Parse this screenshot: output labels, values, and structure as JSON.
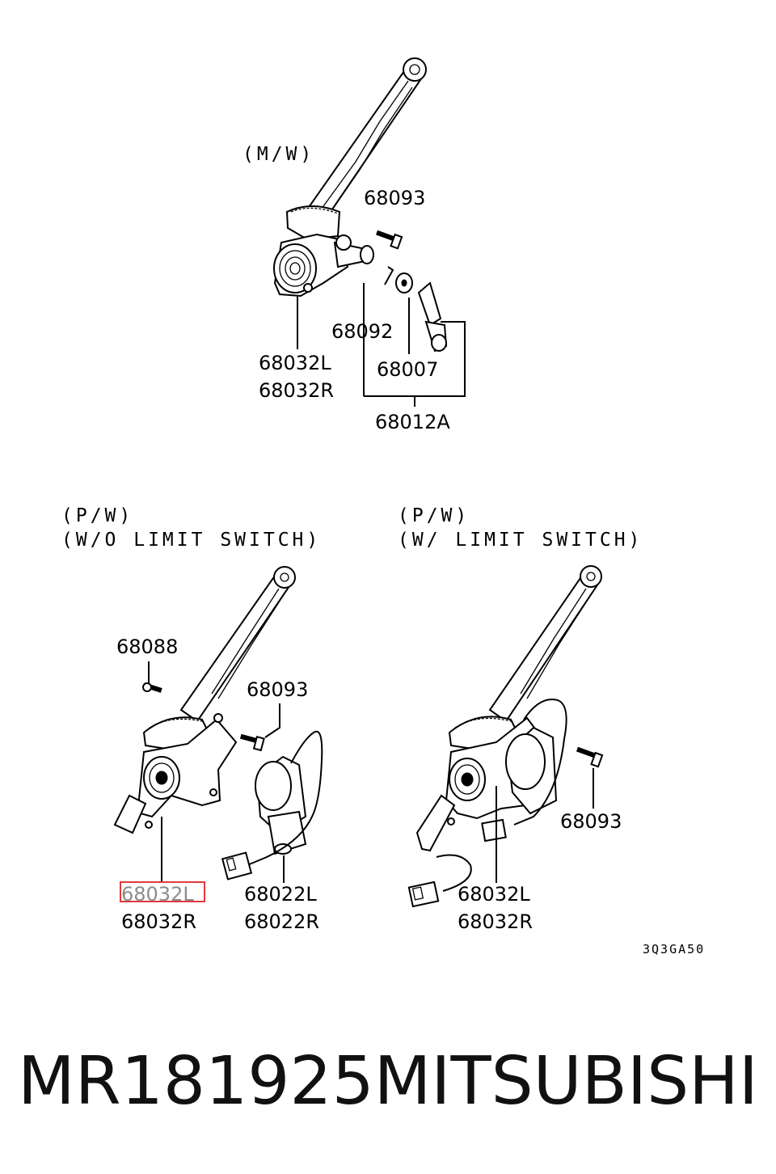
{
  "sections": {
    "manual": {
      "caption": "(M/W)",
      "labels": {
        "bolt": "68093",
        "clip": "68092",
        "regulator_left": "68032L",
        "regulator_right": "68032R",
        "escutcheon": "68007",
        "handle_assy": "68012A"
      }
    },
    "power_no_switch": {
      "caption_1": "(P/W)",
      "caption_2": "(W/O LIMIT SWITCH)",
      "labels": {
        "screw": "68088",
        "bolt": "68093",
        "regulator_left": "68032L",
        "regulator_right": "68032R",
        "motor_left": "68022L",
        "motor_right": "68022R"
      }
    },
    "power_with_switch": {
      "caption_1": "(P/W)",
      "caption_2": "(W/ LIMIT SWITCH)",
      "labels": {
        "bolt": "68093",
        "regulator_left": "68032L",
        "regulator_right": "68032R"
      }
    }
  },
  "diagram_code": "3Q3GA50",
  "highlight_color": "#e03a3a",
  "footer": {
    "part_number": "MR181925",
    "brand": "MITSUBISHI"
  }
}
